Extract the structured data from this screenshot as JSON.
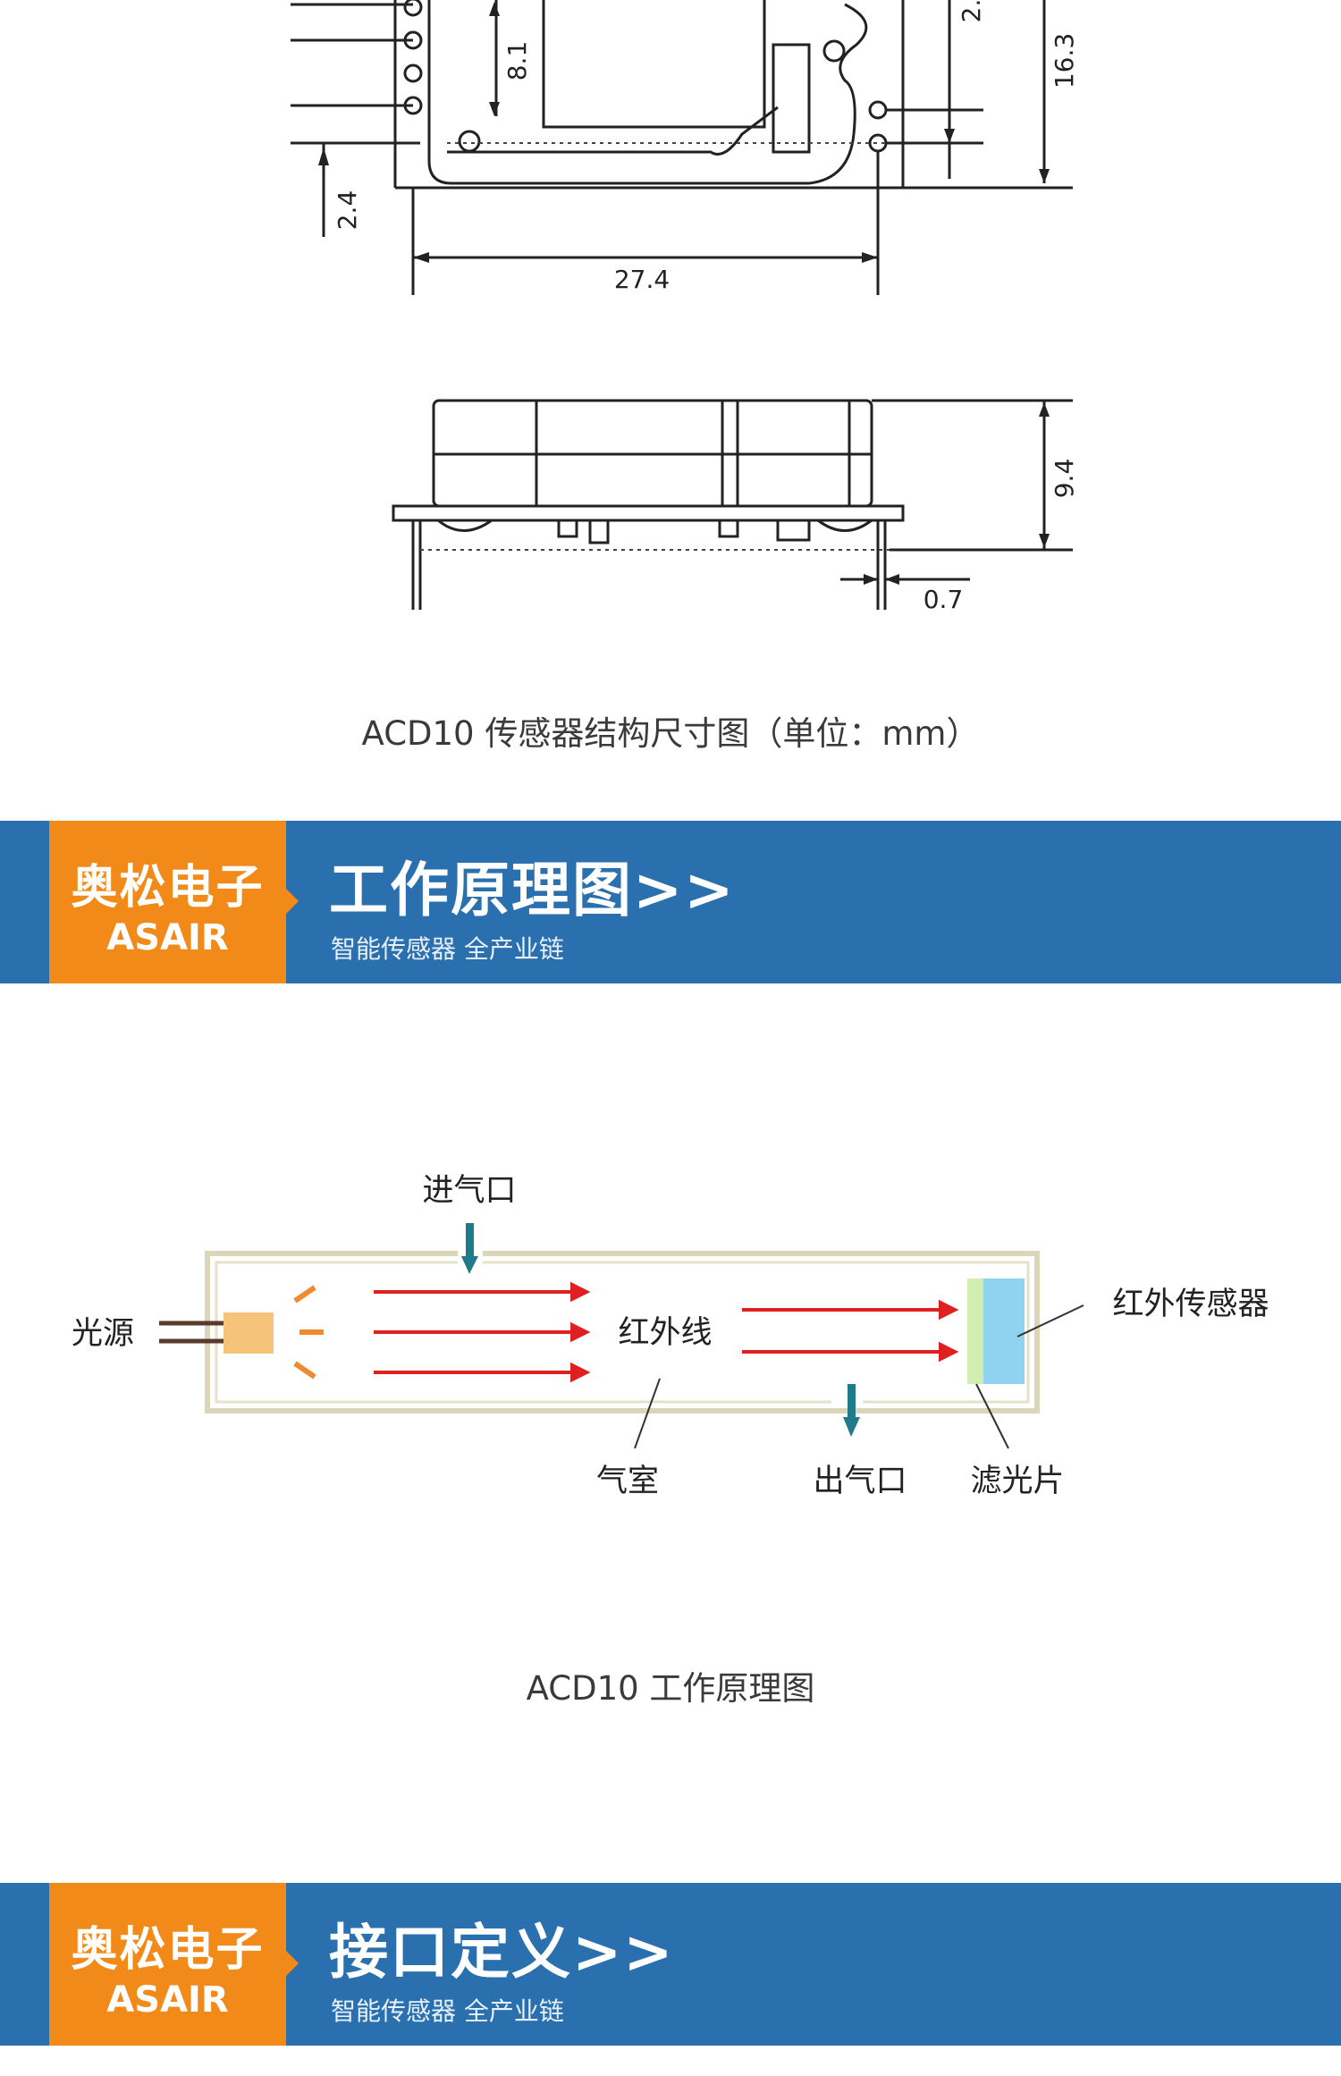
{
  "dimension_drawing": {
    "dims": {
      "d1": "2.4",
      "d2": "8.1",
      "d3": "2.",
      "d4": "16.3",
      "d5": "27.4",
      "d6": "9.4",
      "d7": "0.7"
    },
    "caption": "ACD10 传感器结构尺寸图（单位：mm）"
  },
  "banner1": {
    "brand_cn": "奥松电子",
    "brand_en": "ASAIR",
    "title": "工作原理图>>",
    "subtitle": "智能传感器 全产业链"
  },
  "principle_diagram": {
    "labels": {
      "inlet": "进气口",
      "light_source": "光源",
      "infrared": "红外线",
      "ir_sensor": "红外传感器",
      "chamber": "气室",
      "outlet": "出气口",
      "filter": "滤光片"
    },
    "caption": "ACD10 工作原理图",
    "colors": {
      "arrow": "#e02020",
      "flow_arrow": "#1f7a8c",
      "sensor": "#8fd3f0",
      "filter": "#cfeeb0",
      "lamp": "#f5c47a"
    }
  },
  "banner2": {
    "brand_cn": "奥松电子",
    "brand_en": "ASAIR",
    "title": "接口定义>>",
    "subtitle": "智能传感器 全产业链"
  }
}
